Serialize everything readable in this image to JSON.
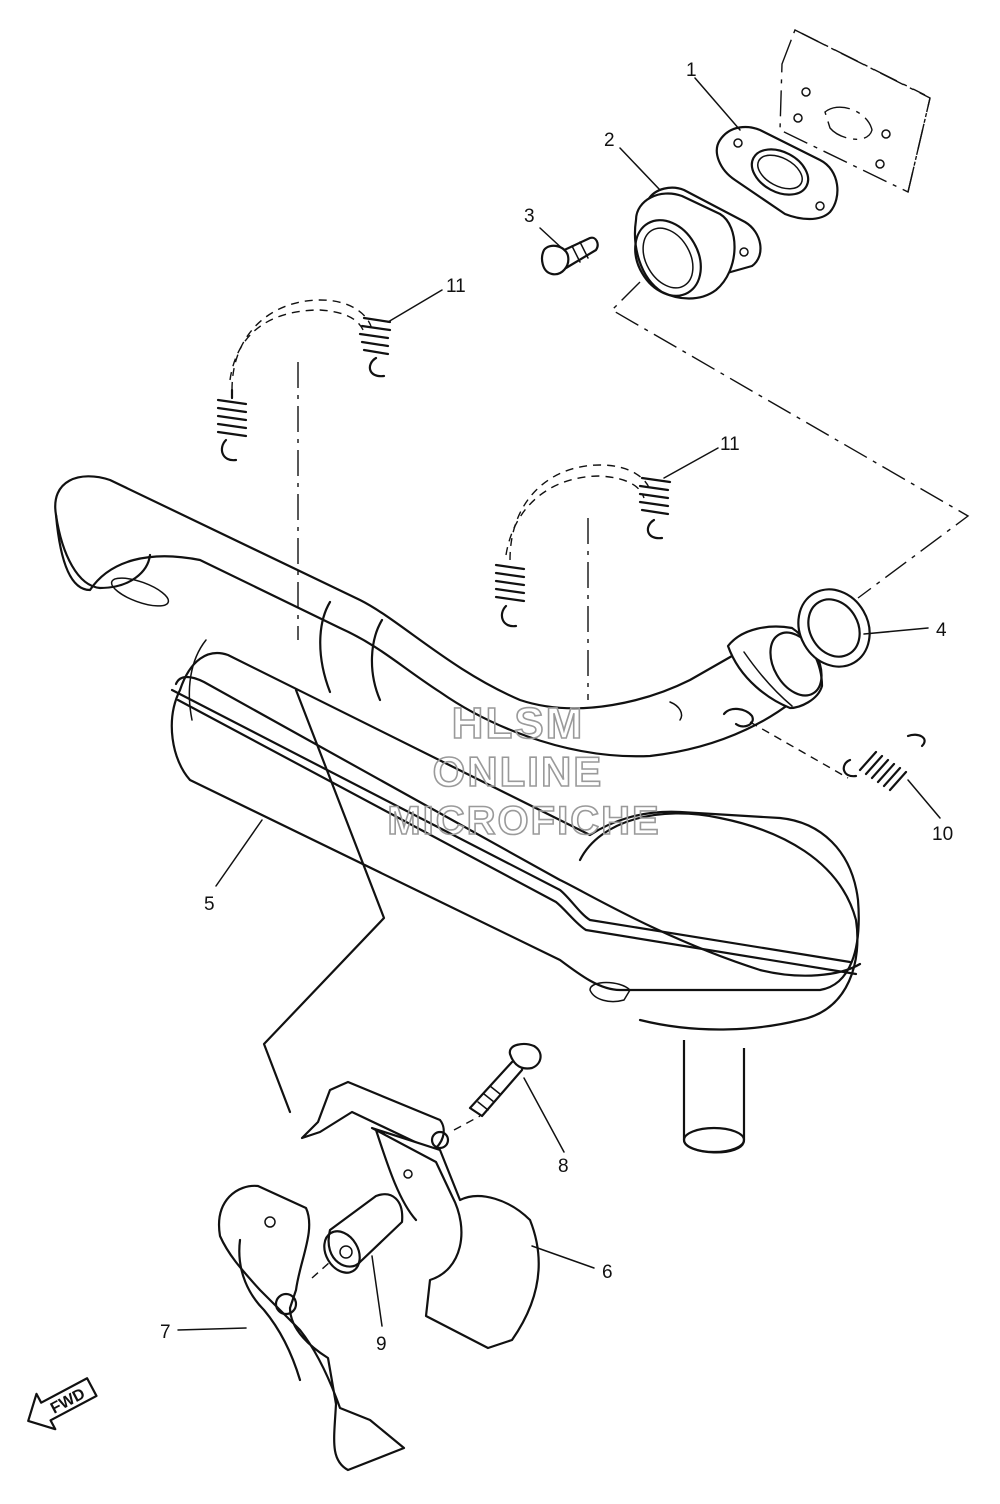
{
  "diagram": {
    "callouts": [
      {
        "id": "c1",
        "text": "1"
      },
      {
        "id": "c2",
        "text": "2"
      },
      {
        "id": "c3",
        "text": "3"
      },
      {
        "id": "c4",
        "text": "4"
      },
      {
        "id": "c5",
        "text": "5"
      },
      {
        "id": "c6",
        "text": "6"
      },
      {
        "id": "c7",
        "text": "7"
      },
      {
        "id": "c8",
        "text": "8"
      },
      {
        "id": "c9",
        "text": "9"
      },
      {
        "id": "c10",
        "text": "10"
      },
      {
        "id": "c11a",
        "text": "11"
      },
      {
        "id": "c11b",
        "text": "11"
      }
    ],
    "watermark": [
      "HLSM",
      "ONLINE",
      "MICROFICHE"
    ],
    "direction_label": "FWD"
  }
}
